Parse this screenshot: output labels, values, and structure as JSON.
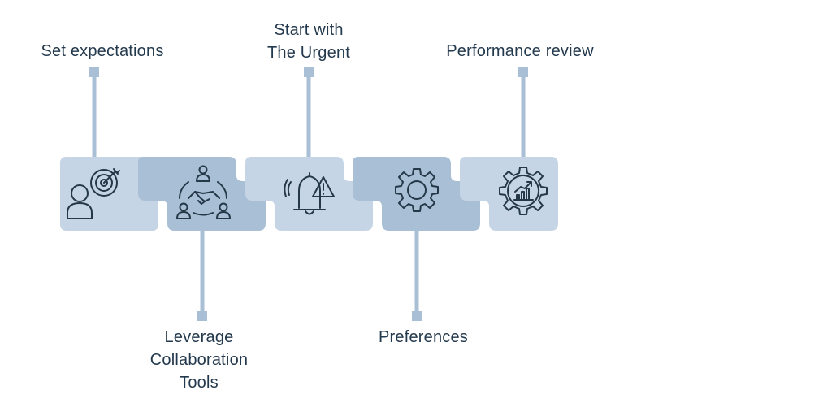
{
  "colors": {
    "light_tile": "#c6d5e5",
    "dark_tile": "#a9bfd6",
    "connector": "#a9bfd6",
    "icon_stroke": "#253848",
    "text": "#23394d"
  },
  "steps": [
    {
      "label": "Set expectations",
      "icon": "person-target-icon",
      "tile": "light",
      "label_position": "top"
    },
    {
      "label": "Leverage\nCollaboration\nTools",
      "icon": "handshake-team-icon",
      "tile": "dark",
      "label_position": "bottom"
    },
    {
      "label": "Start with\nThe Urgent",
      "icon": "bell-warning-icon",
      "tile": "light",
      "label_position": "top"
    },
    {
      "label": "Preferences",
      "icon": "gear-icon",
      "tile": "dark",
      "label_position": "bottom"
    },
    {
      "label": "Performance review",
      "icon": "gear-chart-icon",
      "tile": "light",
      "label_position": "top"
    }
  ]
}
